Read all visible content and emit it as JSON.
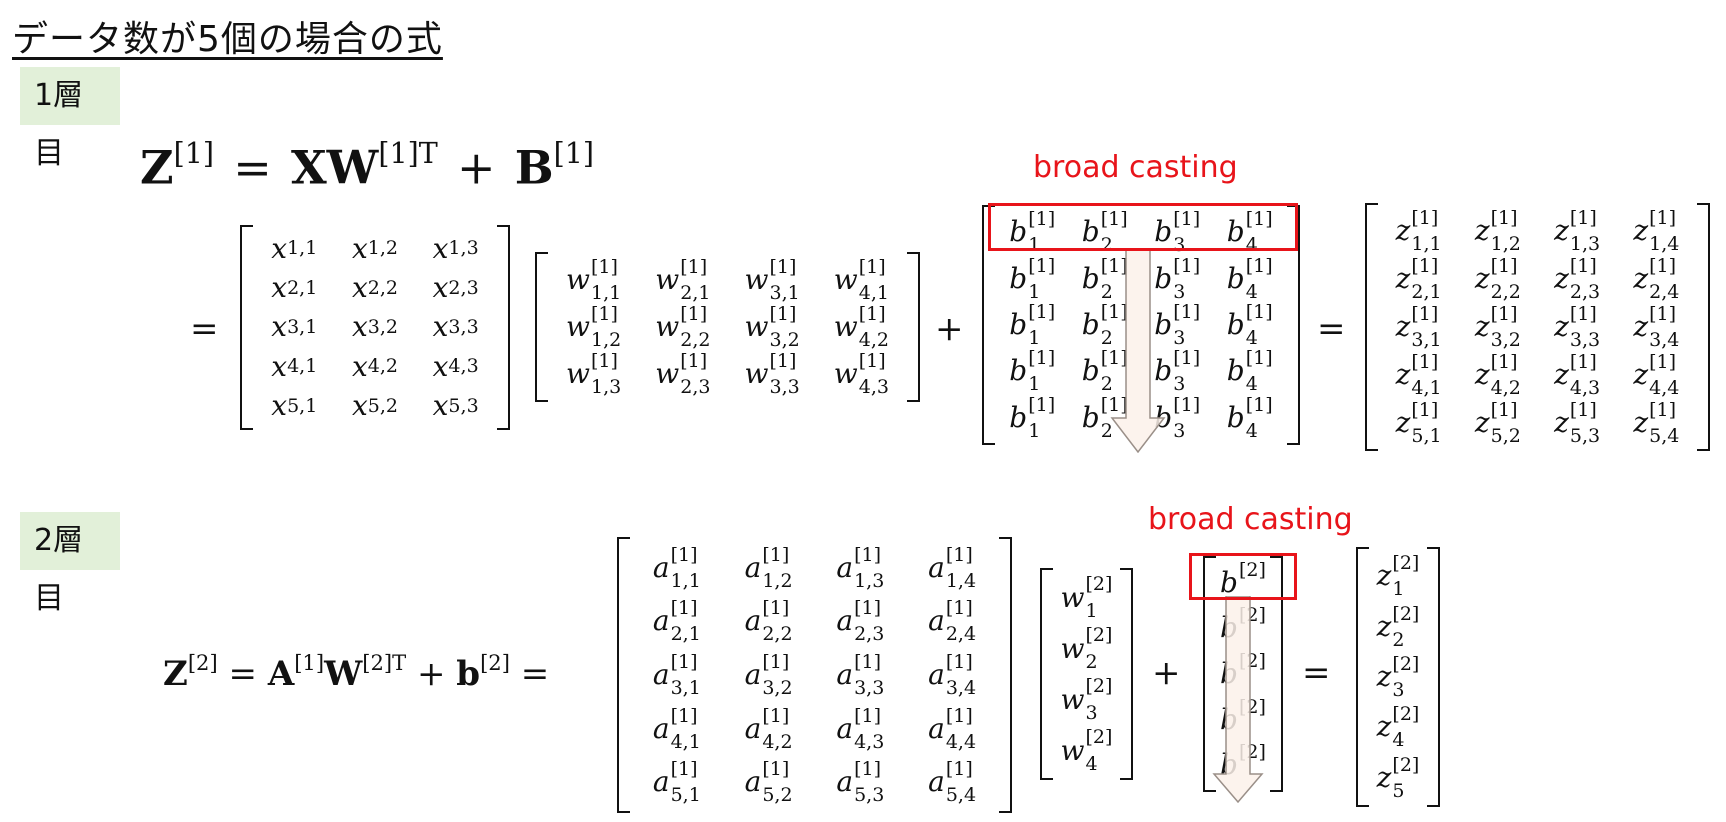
{
  "title": "データ数が5個の場合の式",
  "layer1": {
    "badge": "1層目",
    "equation": {
      "Z": "Z",
      "Zsup": "[1]",
      "X": "X",
      "W": "W",
      "Wsup": "[1]T",
      "B": "B",
      "Bsup": "[1]"
    },
    "broadcast_label": "broad casting",
    "X_matrix": [
      [
        [
          "x",
          "1,1"
        ],
        [
          "x",
          "1,2"
        ],
        [
          "x",
          "1,3"
        ]
      ],
      [
        [
          "x",
          "2,1"
        ],
        [
          "x",
          "2,2"
        ],
        [
          "x",
          "2,3"
        ]
      ],
      [
        [
          "x",
          "3,1"
        ],
        [
          "x",
          "3,2"
        ],
        [
          "x",
          "3,3"
        ]
      ],
      [
        [
          "x",
          "4,1"
        ],
        [
          "x",
          "4,2"
        ],
        [
          "x",
          "4,3"
        ]
      ],
      [
        [
          "x",
          "5,1"
        ],
        [
          "x",
          "5,2"
        ],
        [
          "x",
          "5,3"
        ]
      ]
    ],
    "W_matrix": [
      [
        [
          "w",
          "[1]",
          "1,1"
        ],
        [
          "w",
          "[1]",
          "2,1"
        ],
        [
          "w",
          "[1]",
          "3,1"
        ],
        [
          "w",
          "[1]",
          "4,1"
        ]
      ],
      [
        [
          "w",
          "[1]",
          "1,2"
        ],
        [
          "w",
          "[1]",
          "2,2"
        ],
        [
          "w",
          "[1]",
          "3,2"
        ],
        [
          "w",
          "[1]",
          "4,2"
        ]
      ],
      [
        [
          "w",
          "[1]",
          "1,3"
        ],
        [
          "w",
          "[1]",
          "2,3"
        ],
        [
          "w",
          "[1]",
          "3,3"
        ],
        [
          "w",
          "[1]",
          "4,3"
        ]
      ]
    ],
    "B_matrix": [
      [
        [
          "b",
          "[1]",
          "1"
        ],
        [
          "b",
          "[1]",
          "2"
        ],
        [
          "b",
          "[1]",
          "3"
        ],
        [
          "b",
          "[1]",
          "4"
        ]
      ],
      [
        [
          "b",
          "[1]",
          "1"
        ],
        [
          "b",
          "[1]",
          "2"
        ],
        [
          "b",
          "[1]",
          "3"
        ],
        [
          "b",
          "[1]",
          "4"
        ]
      ],
      [
        [
          "b",
          "[1]",
          "1"
        ],
        [
          "b",
          "[1]",
          "2"
        ],
        [
          "b",
          "[1]",
          "3"
        ],
        [
          "b",
          "[1]",
          "4"
        ]
      ],
      [
        [
          "b",
          "[1]",
          "1"
        ],
        [
          "b",
          "[1]",
          "2"
        ],
        [
          "b",
          "[1]",
          "3"
        ],
        [
          "b",
          "[1]",
          "4"
        ]
      ],
      [
        [
          "b",
          "[1]",
          "1"
        ],
        [
          "b",
          "[1]",
          "2"
        ],
        [
          "b",
          "[1]",
          "3"
        ],
        [
          "b",
          "[1]",
          "4"
        ]
      ]
    ],
    "Z_matrix": [
      [
        [
          "z",
          "[1]",
          "1,1"
        ],
        [
          "z",
          "[1]",
          "1,2"
        ],
        [
          "z",
          "[1]",
          "1,3"
        ],
        [
          "z",
          "[1]",
          "1,4"
        ]
      ],
      [
        [
          "z",
          "[1]",
          "2,1"
        ],
        [
          "z",
          "[1]",
          "2,2"
        ],
        [
          "z",
          "[1]",
          "2,3"
        ],
        [
          "z",
          "[1]",
          "2,4"
        ]
      ],
      [
        [
          "z",
          "[1]",
          "3,1"
        ],
        [
          "z",
          "[1]",
          "3,2"
        ],
        [
          "z",
          "[1]",
          "3,3"
        ],
        [
          "z",
          "[1]",
          "3,4"
        ]
      ],
      [
        [
          "z",
          "[1]",
          "4,1"
        ],
        [
          "z",
          "[1]",
          "4,2"
        ],
        [
          "z",
          "[1]",
          "4,3"
        ],
        [
          "z",
          "[1]",
          "4,4"
        ]
      ],
      [
        [
          "z",
          "[1]",
          "5,1"
        ],
        [
          "z",
          "[1]",
          "5,2"
        ],
        [
          "z",
          "[1]",
          "5,3"
        ],
        [
          "z",
          "[1]",
          "5,4"
        ]
      ]
    ]
  },
  "layer2": {
    "badge": "2層目",
    "equation": {
      "Z": "Z",
      "Zsup": "[2]",
      "A": "A",
      "Asup": "[1]",
      "W": "W",
      "Wsup": "[2]T",
      "b": "b",
      "bsup": "[2]"
    },
    "broadcast_label": "broad casting",
    "A_matrix": [
      [
        [
          "a",
          "[1]",
          "1,1"
        ],
        [
          "a",
          "[1]",
          "1,2"
        ],
        [
          "a",
          "[1]",
          "1,3"
        ],
        [
          "a",
          "[1]",
          "1,4"
        ]
      ],
      [
        [
          "a",
          "[1]",
          "2,1"
        ],
        [
          "a",
          "[1]",
          "2,2"
        ],
        [
          "a",
          "[1]",
          "2,3"
        ],
        [
          "a",
          "[1]",
          "2,4"
        ]
      ],
      [
        [
          "a",
          "[1]",
          "3,1"
        ],
        [
          "a",
          "[1]",
          "3,2"
        ],
        [
          "a",
          "[1]",
          "3,3"
        ],
        [
          "a",
          "[1]",
          "3,4"
        ]
      ],
      [
        [
          "a",
          "[1]",
          "4,1"
        ],
        [
          "a",
          "[1]",
          "4,2"
        ],
        [
          "a",
          "[1]",
          "4,3"
        ],
        [
          "a",
          "[1]",
          "4,4"
        ]
      ],
      [
        [
          "a",
          "[1]",
          "5,1"
        ],
        [
          "a",
          "[1]",
          "5,2"
        ],
        [
          "a",
          "[1]",
          "5,3"
        ],
        [
          "a",
          "[1]",
          "5,4"
        ]
      ]
    ],
    "W_matrix": [
      [
        [
          "w",
          "[2]",
          "1"
        ]
      ],
      [
        [
          "w",
          "[2]",
          "2"
        ]
      ],
      [
        [
          "w",
          "[2]",
          "3"
        ]
      ],
      [
        [
          "w",
          "[2]",
          "4"
        ]
      ]
    ],
    "b_matrix": [
      [
        [
          "b",
          "[2]",
          ""
        ]
      ],
      [
        [
          "b",
          "[2]",
          ""
        ]
      ],
      [
        [
          "b",
          "[2]",
          ""
        ]
      ],
      [
        [
          "b",
          "[2]",
          ""
        ]
      ],
      [
        [
          "b",
          "[2]",
          ""
        ]
      ]
    ],
    "Z_matrix": [
      [
        [
          "z",
          "[2]",
          "1"
        ]
      ],
      [
        [
          "z",
          "[2]",
          "2"
        ]
      ],
      [
        [
          "z",
          "[2]",
          "3"
        ]
      ],
      [
        [
          "z",
          "[2]",
          "4"
        ]
      ],
      [
        [
          "z",
          "[2]",
          "5"
        ]
      ]
    ]
  },
  "colors": {
    "accent_red": "#e8141a",
    "badge_green": "#e2f0d9",
    "arrow_fill": "#fbf1ea",
    "arrow_stroke": "#9a8f88"
  }
}
